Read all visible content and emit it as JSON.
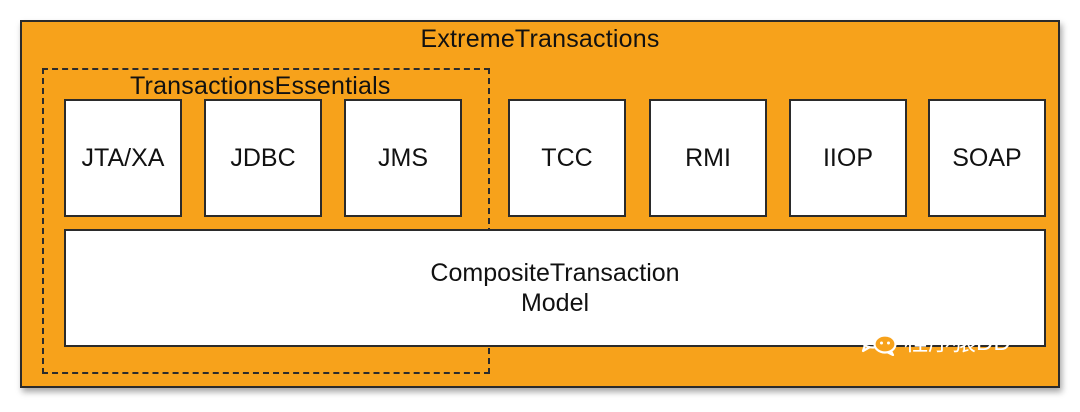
{
  "diagram": {
    "outer_title": "ExtremeTransactions",
    "group_title": "TransactionsEssentials",
    "boxes": [
      {
        "label": "JTA/XA"
      },
      {
        "label": "JDBC"
      },
      {
        "label": "JMS"
      },
      {
        "label": "TCC"
      },
      {
        "label": "RMI"
      },
      {
        "label": "IIOP"
      },
      {
        "label": "SOAP"
      }
    ],
    "base_line1": "CompositeTransaction",
    "base_line2": "Model"
  },
  "watermark": {
    "icon": "wechat-icon",
    "text": "程序猿DD"
  },
  "colors": {
    "background": "#f7a21b",
    "box": "#ffffff",
    "stroke": "#2b2b2b"
  }
}
